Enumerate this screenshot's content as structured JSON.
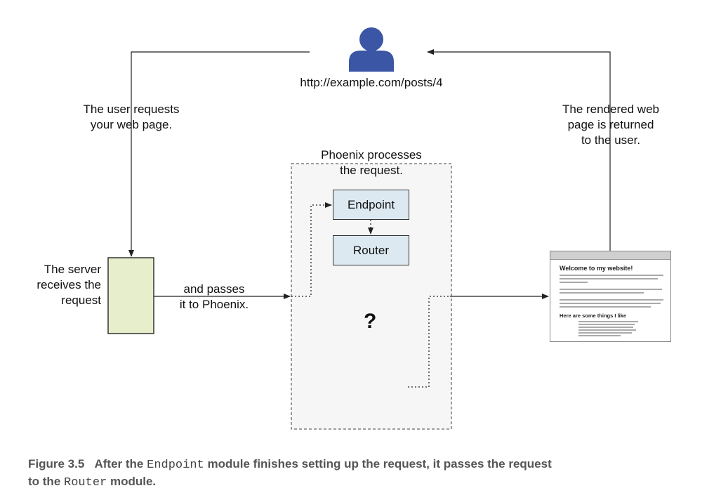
{
  "user": {
    "url": "http://example.com/posts/4"
  },
  "labels": {
    "user_requests": [
      "The user requests",
      "your web page."
    ],
    "rendered_returned": [
      "The rendered web",
      "page is returned",
      "to the user."
    ],
    "phoenix_processes": [
      "Phoenix processes",
      "the request."
    ],
    "server_receives": [
      "The server",
      "receives the",
      "request"
    ],
    "and_passes": [
      "and passes",
      "it to Phoenix."
    ]
  },
  "modules": {
    "endpoint": "Endpoint",
    "router": "Router",
    "unknown": "?"
  },
  "browser": {
    "heading": "Welcome to my website!",
    "subheading": "Here are some things I like"
  },
  "caption": {
    "number": "Figure 3.5",
    "part1": "After the",
    "code1": "Endpoint",
    "part2": "module finishes setting up the request, it passes the request",
    "part3": "to the",
    "code2": "Router",
    "part4": "module."
  },
  "colors": {
    "user_icon": "#3a56a4",
    "server_box": "#e6eecb",
    "module_box": "#dde9f1",
    "phoenix_area": "#f6f6f6"
  }
}
